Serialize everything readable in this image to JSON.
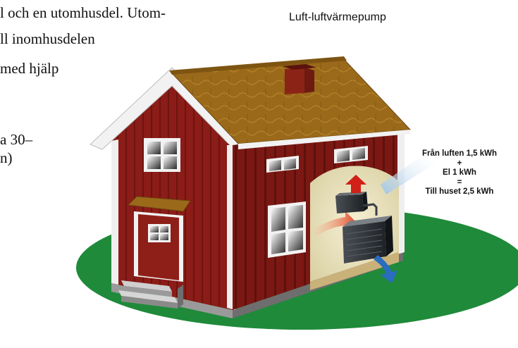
{
  "body_text": {
    "lines": [
      "l och en utomhusdel. Utom-",
      "ll inomhusdelen",
      " med hjälp",
      "",
      "a 30–",
      "n)"
    ]
  },
  "diagram": {
    "title": "Luft-luftvärmepump",
    "energy": {
      "from_air": "Från luften 1,5 kWh",
      "plus": "+",
      "electricity": "El 1 kWh",
      "equals": "=",
      "to_house": "Till huset 2,5 kWh"
    }
  },
  "colors": {
    "lawn": "#1f8a3a",
    "wall_red": "#8b1c17",
    "roof": "#9a6a1a",
    "trim_white": "#f2f2f2",
    "interior": "#eee8c8",
    "heat_arrow": "#d02018",
    "cold_arrow": "#2a6cc0"
  }
}
